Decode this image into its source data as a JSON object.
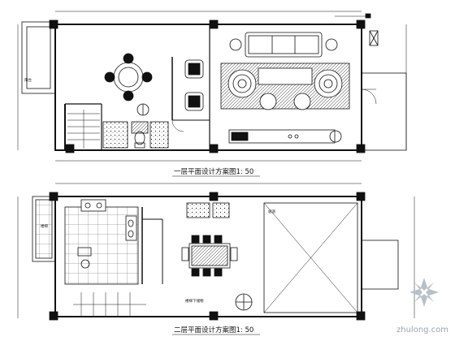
{
  "drawing": {
    "plans": [
      {
        "title": "一层平面设计方案图1: 50"
      },
      {
        "title": "二层平面设计方案图1: 50"
      }
    ],
    "labels": {
      "stair": "楼梯",
      "side_note": "坡道",
      "balcony_note": "阳台",
      "side_note_2": "楼梯下储物"
    }
  },
  "watermark": {
    "text": "zhulong.com"
  },
  "colors": {
    "ink": "#111111",
    "paper": "#ffffff",
    "watermark": "#9aa3ad"
  }
}
